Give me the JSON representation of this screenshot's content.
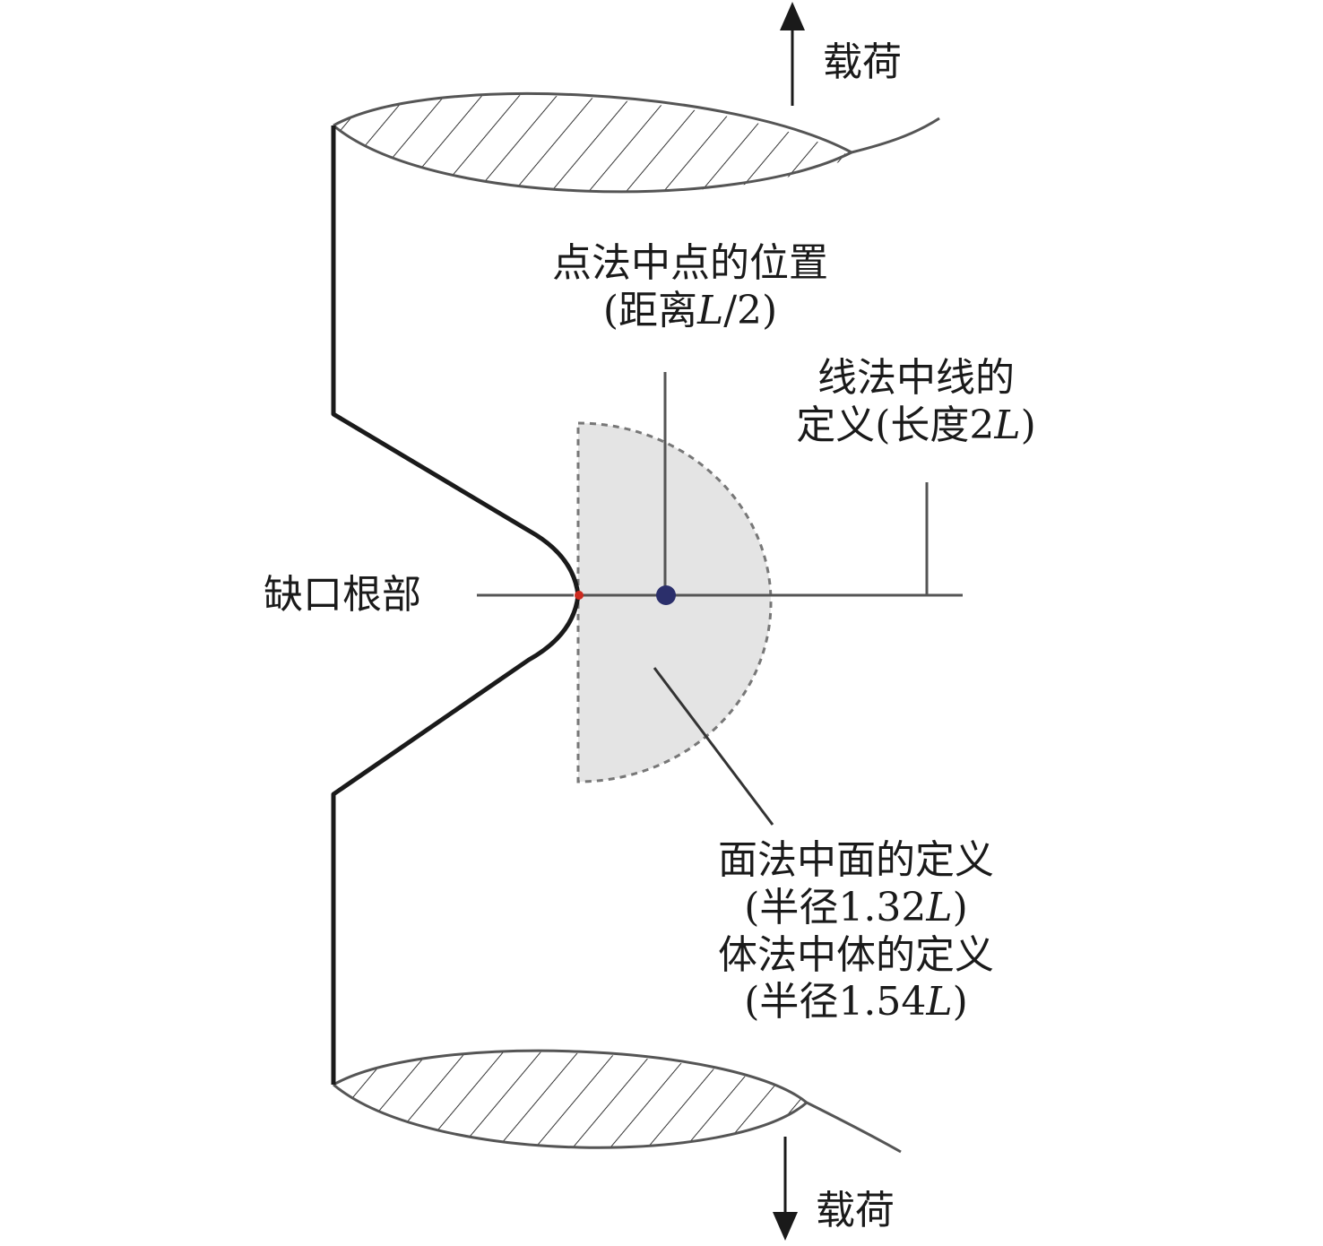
{
  "labels": {
    "load_top": "载荷",
    "load_bottom": "载荷",
    "point_method_line1": "点法中点的位置",
    "point_method_line2_prefix": "(距离",
    "point_method_line2_var": "L",
    "point_method_line2_suffix": "/2)",
    "line_method_line1": "线法中线的",
    "line_method_line2_prefix": "定义(长度2",
    "line_method_line2_var": "L",
    "line_method_line2_suffix": ")",
    "notch_root": "缺口根部",
    "area_method_line1": "面法中面的定义",
    "area_method_line2_prefix": "(半径1.32",
    "area_method_line2_var": "L",
    "area_method_line2_suffix": ")",
    "volume_method_line1": "体法中体的定义",
    "volume_method_line2_prefix": "(半径1.54",
    "volume_method_line2_var": "L",
    "volume_method_line2_suffix": ")"
  },
  "colors": {
    "outline": "#1a1a1a",
    "hatch": "#333333",
    "region_fill": "#e4e4e4",
    "region_stroke": "#777777",
    "leader": "#555555",
    "center_point": "#2b2f6b",
    "notch_point": "#cc2a1f"
  }
}
